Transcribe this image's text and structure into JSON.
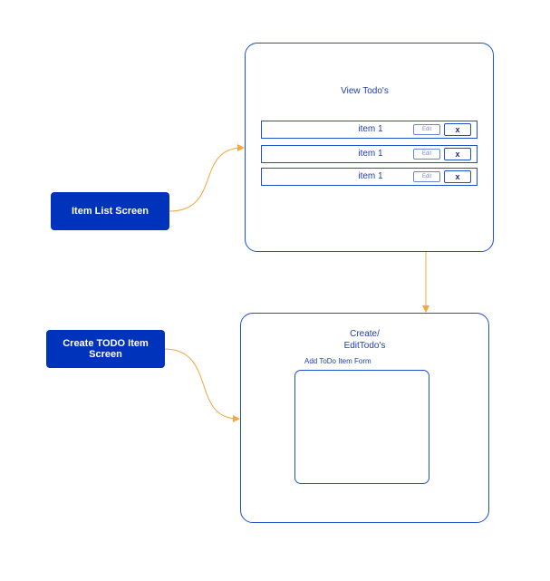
{
  "colors": {
    "label_fill": "#0033bb",
    "label_text": "#ffffff",
    "screen_stroke": "#1f4fc9",
    "screen_text": "#1f3fa8",
    "connector": "#f5a742"
  },
  "labels": {
    "item_list": "Item List Screen",
    "create_item": "Create TODO Item Screen"
  },
  "view_screen": {
    "title": "View Todo's",
    "items": [
      {
        "text": "item 1",
        "edit_label": "Edit",
        "delete_label": "x"
      },
      {
        "text": "item 1",
        "edit_label": "Edit",
        "delete_label": "x"
      },
      {
        "text": "item 1",
        "edit_label": "Edit",
        "delete_label": "x"
      }
    ]
  },
  "edit_screen": {
    "title_line1": "Create/",
    "title_line2": "EditTodo's",
    "form_label": "Add ToDo Item Form"
  }
}
